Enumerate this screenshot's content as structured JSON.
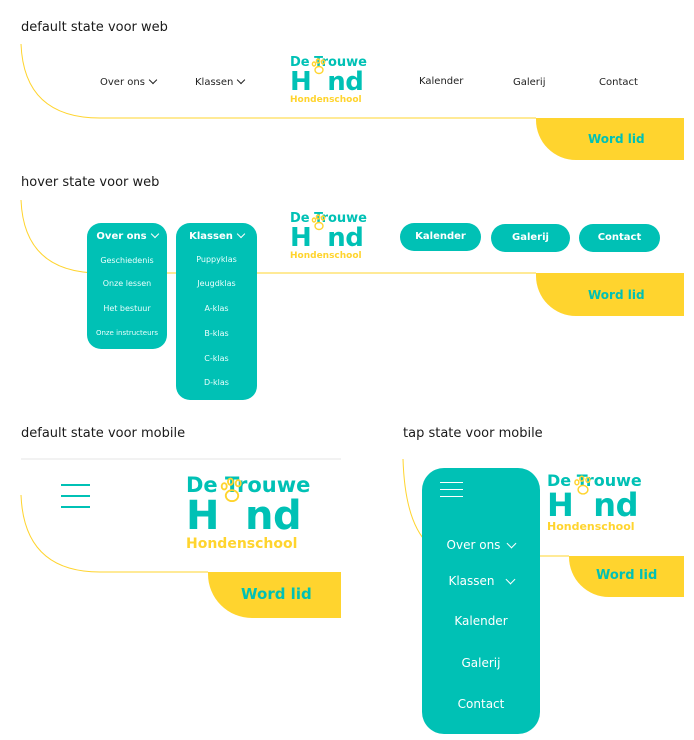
{
  "sections": {
    "web_default": "default state voor web",
    "web_hover": "hover state voor web",
    "mobile_default": "default state voor mobile",
    "mobile_tap": "tap state voor mobile"
  },
  "logo": {
    "line1": "De Trouwe",
    "line2_pre": "H",
    "line2_post": "nd",
    "line3": "Hondenschool"
  },
  "nav": {
    "over_ons": "Over ons",
    "klassen": "Klassen",
    "kalender": "Kalender",
    "galerij": "Galerij",
    "contact": "Contact",
    "word_lid": "Word lid"
  },
  "dropdowns": {
    "over_ons": [
      "Geschiedenis",
      "Onze lessen",
      "Het bestuur",
      "Onze instructeurs"
    ],
    "klassen": [
      "Puppyklas",
      "Jeugdklas",
      "A-klas",
      "B-klas",
      "C-klas",
      "D-klas"
    ]
  },
  "colors": {
    "teal": "#00c1b5",
    "yellow": "#ffd42e"
  }
}
